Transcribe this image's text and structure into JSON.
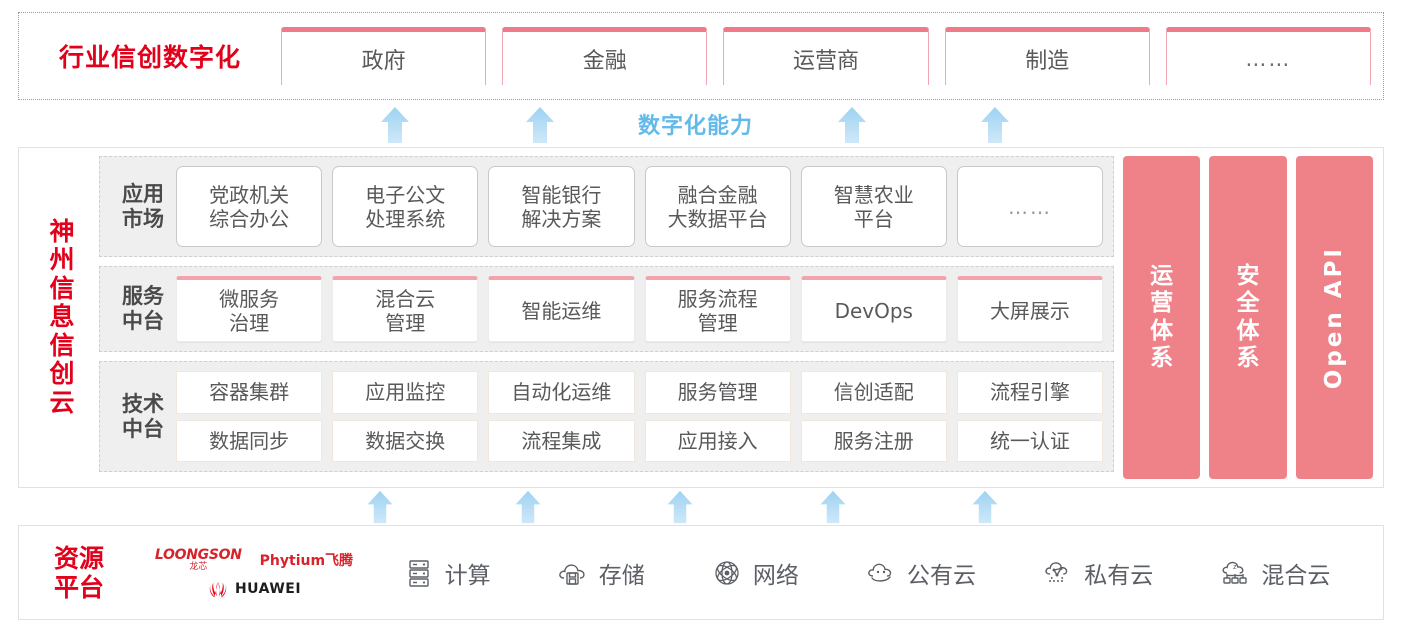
{
  "industry": {
    "title": "行业信创数字化",
    "cards": [
      {
        "label": "政府"
      },
      {
        "label": "金融"
      },
      {
        "label": "运营商"
      },
      {
        "label": "制造"
      },
      {
        "label": "……"
      }
    ]
  },
  "capability": {
    "label": "数字化能力",
    "arrow_count_top": 4,
    "arrow_count_bottom": 5,
    "arrow_color": "#bfe2f7"
  },
  "cloud": {
    "title_chars": [
      "神",
      "州",
      "信",
      "息",
      "信",
      "创",
      "云"
    ],
    "layers": [
      {
        "name": "application-market",
        "label_lines": [
          "应用",
          "市场"
        ],
        "rows": [
          [
            {
              "label": "党政机关\n综合办公",
              "line1": "党政机关",
              "line2": "综合办公"
            },
            {
              "label": "电子公文\n处理系统",
              "line1": "电子公文",
              "line2": "处理系统"
            },
            {
              "label": "智能银行\n解决方案",
              "line1": "智能银行",
              "line2": "解决方案"
            },
            {
              "label": "融合金融\n大数据平台",
              "line1": "融合金融",
              "line2": "大数据平台"
            },
            {
              "label": "智慧农业\n平台",
              "line1": "智慧农业",
              "line2": "平台"
            },
            {
              "label": "……",
              "line1": "……",
              "line2": ""
            }
          ]
        ]
      },
      {
        "name": "service-middle-platform",
        "label_lines": [
          "服务",
          "中台"
        ],
        "rows": [
          [
            {
              "line1": "微服务",
              "line2": "治理"
            },
            {
              "line1": "混合云",
              "line2": "管理"
            },
            {
              "line1": "智能运维",
              "line2": ""
            },
            {
              "line1": "服务流程",
              "line2": "管理"
            },
            {
              "line1": "DevOps",
              "line2": ""
            },
            {
              "line1": "大屏展示",
              "line2": ""
            }
          ]
        ]
      },
      {
        "name": "technical-middle-platform",
        "label_lines": [
          "技术",
          "中台"
        ],
        "rows": [
          [
            {
              "line1": "容器集群",
              "line2": ""
            },
            {
              "line1": "应用监控",
              "line2": ""
            },
            {
              "line1": "自动化运维",
              "line2": ""
            },
            {
              "line1": "服务管理",
              "line2": ""
            },
            {
              "line1": "信创适配",
              "line2": ""
            },
            {
              "line1": "流程引擎",
              "line2": ""
            }
          ],
          [
            {
              "line1": "数据同步",
              "line2": ""
            },
            {
              "line1": "数据交换",
              "line2": ""
            },
            {
              "line1": "流程集成",
              "line2": ""
            },
            {
              "line1": "应用接入",
              "line2": ""
            },
            {
              "line1": "服务注册",
              "line2": ""
            },
            {
              "line1": "统一认证",
              "line2": ""
            }
          ]
        ]
      }
    ],
    "pillars": [
      {
        "name": "operations-system",
        "type": "cn",
        "chars": [
          "运",
          "营",
          "体",
          "系"
        ]
      },
      {
        "name": "security-system",
        "type": "cn",
        "chars": [
          "安",
          "全",
          "体",
          "系"
        ]
      },
      {
        "name": "open-api",
        "type": "en",
        "text": "Open API"
      }
    ]
  },
  "resource": {
    "title_lines": [
      "资源",
      "平台"
    ],
    "vendors": [
      {
        "name": "loongson",
        "main": "LOONGSON",
        "sub": "龙芯"
      },
      {
        "name": "phytium",
        "main": "Phytium飞腾"
      },
      {
        "name": "huawei",
        "main": "HUAWEI"
      }
    ],
    "items": [
      {
        "icon": "server-icon",
        "label": "计算"
      },
      {
        "icon": "cloud-storage-icon",
        "label": "存储"
      },
      {
        "icon": "network-icon",
        "label": "网络"
      },
      {
        "icon": "public-cloud-icon",
        "label": "公有云"
      },
      {
        "icon": "private-cloud-icon",
        "label": "私有云"
      },
      {
        "icon": "hybrid-cloud-icon",
        "label": "混合云"
      }
    ]
  },
  "colors": {
    "brand_red": "#e3001b",
    "pillar_pink": "#ef8189",
    "card_pink_border": "#ef7b88",
    "arrow_blue": "#bfe2f7",
    "capability_blue": "#63b9e9",
    "layer_bg": "#efefef"
  }
}
